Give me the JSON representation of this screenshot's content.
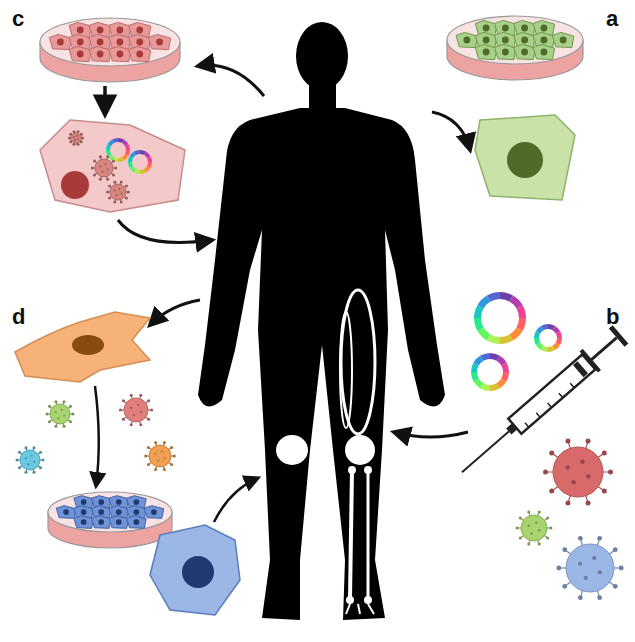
{
  "diagram": {
    "labels": [
      "c",
      "a",
      "d",
      "b"
    ]
  }
}
